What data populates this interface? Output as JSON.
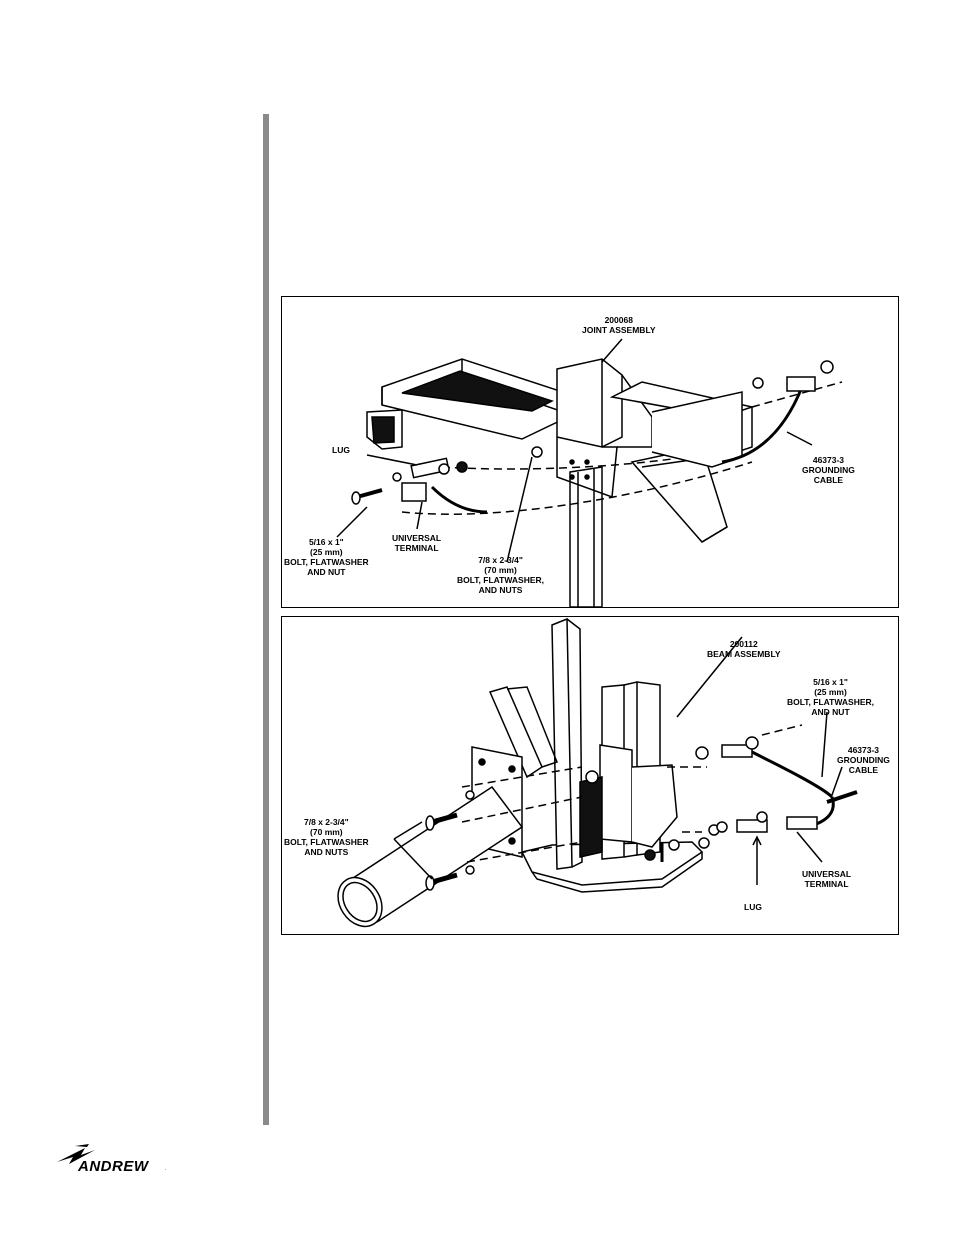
{
  "figure1": {
    "joint_label": "200068\nJOINT ASSEMBLY",
    "lug_label": "LUG",
    "cable_label": "46373-3\nGROUNDING\nCABLE",
    "small_bolt_label": "5/16 x 1\"\n(25 mm)\nBOLT, FLATWASHER\nAND NUT",
    "terminal_label": "UNIVERSAL\nTERMINAL",
    "large_bolt_label": "7/8 x 2-3/4\"\n(70 mm)\nBOLT, FLATWASHER,\nAND NUTS"
  },
  "figure2": {
    "beam_label": "200112\nBEAM ASSEMBLY",
    "small_bolt_label": "5/16 x 1\"\n(25 mm)\nBOLT, FLATWASHER,\nAND NUT",
    "cable_label": "46373-3\nGROUNDING\nCABLE",
    "large_bolt_label": "7/8 x 2-3/4\"\n(70 mm)\nBOLT, FLATWASHER\nAND NUTS",
    "terminal_label": "UNIVERSAL\nTERMINAL",
    "lug_label": "LUG"
  },
  "logo": {
    "text": "ANDREW",
    "mark": "."
  }
}
